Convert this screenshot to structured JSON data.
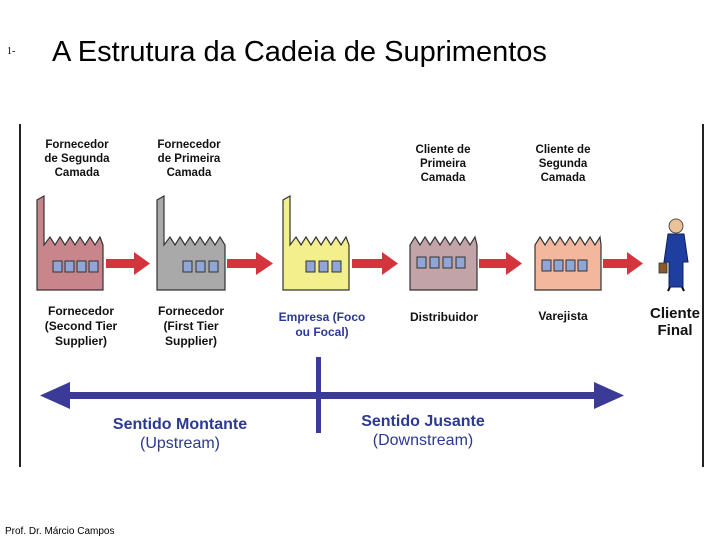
{
  "slide_number": "1-",
  "title": "A Estrutura da Cadeia de Suprimentos",
  "top_labels": [
    [
      "Fornecedor",
      "de Segunda",
      "Camada"
    ],
    [
      "Fornecedor",
      "de Primeira",
      "Camada"
    ],
    [
      "Cliente de",
      "Primeira",
      "Camada"
    ],
    [
      "Cliente de",
      "Segunda",
      "Camada"
    ]
  ],
  "bottom_labels": {
    "second_tier": [
      "Fornecedor",
      "(Second Tier",
      "Supplier)"
    ],
    "first_tier": [
      "Fornecedor",
      "(First Tier",
      "Supplier)"
    ],
    "company": [
      "Empresa  (Foco",
      "ou Focal)"
    ],
    "distributor": [
      "Distribuidor"
    ],
    "retailer": [
      "Varejista"
    ],
    "final_customer": [
      "Cliente",
      "Final"
    ]
  },
  "directions": {
    "upstream": [
      "Sentido Montante",
      "(Upstream)"
    ],
    "downstream": [
      "Sentido Jusante",
      "(Downstream)"
    ]
  },
  "colors": {
    "second_tier_factory": "#c8868c",
    "first_tier_factory": "#a9a9a9",
    "company_factory": "#f2ef8c",
    "distributor_building": "#c2a3a7",
    "retailer_building": "#f3b79d",
    "flow_arrow": "#d4343c",
    "direction_axis": "#3b3a96",
    "window": "#8fa6d6"
  },
  "footer": "Prof. Dr. Márcio Campos"
}
